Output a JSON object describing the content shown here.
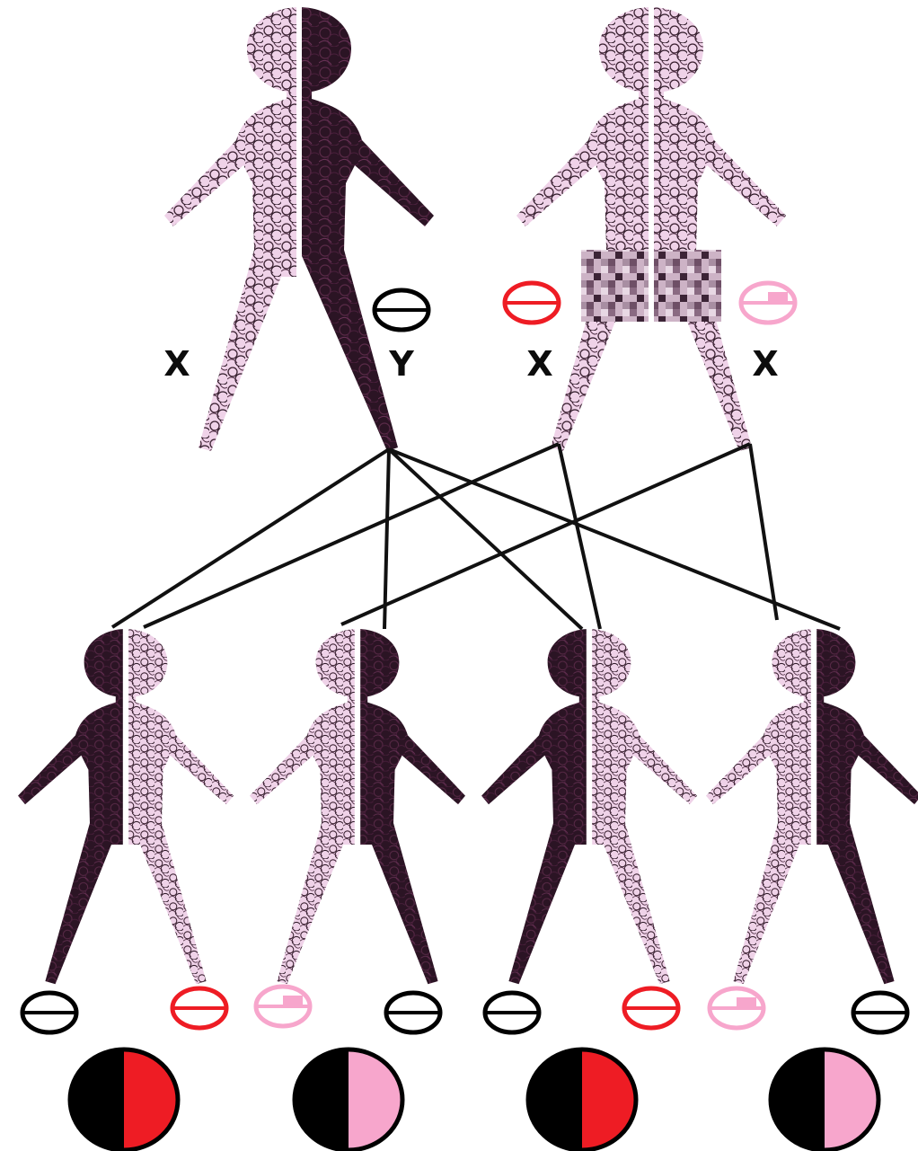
{
  "labels": {
    "father_x": "X",
    "father_y": "Y",
    "mother_x1": "X",
    "mother_x2": "X"
  },
  "colors": {
    "dark_half": "#2b1424",
    "dark_texture": "#5a2a48",
    "light_half": "#efd2e8",
    "light_texture": "#3a2030",
    "y_allele": "#000000",
    "x_red": "#ee1c24",
    "x_pink": "#f7a6cc",
    "cross_lines": "#111111"
  },
  "parents": [
    {
      "role": "father",
      "left_half": "light",
      "right_half": "dark",
      "chromosomes": [
        "X",
        "Y"
      ]
    },
    {
      "role": "mother",
      "left_half": "light",
      "right_half": "light",
      "chromosomes": [
        "X",
        "X"
      ]
    }
  ],
  "offspring": [
    {
      "left_half": "dark",
      "right_half": "light",
      "alleles": [
        "black",
        "red"
      ],
      "result": [
        "black",
        "red"
      ]
    },
    {
      "left_half": "light",
      "right_half": "dark",
      "alleles": [
        "pink",
        "black"
      ],
      "result": [
        "black",
        "pink"
      ]
    },
    {
      "left_half": "dark",
      "right_half": "light",
      "alleles": [
        "black",
        "red"
      ],
      "result": [
        "black",
        "red"
      ]
    },
    {
      "left_half": "light",
      "right_half": "dark",
      "alleles": [
        "pink",
        "black"
      ],
      "result": [
        "black",
        "pink"
      ]
    }
  ]
}
